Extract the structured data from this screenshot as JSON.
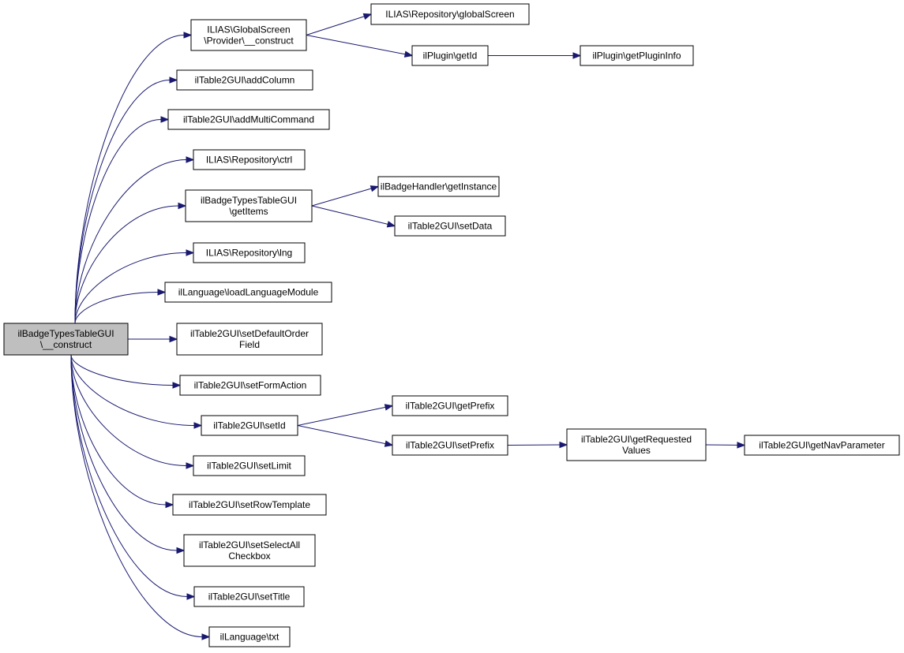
{
  "diagram": {
    "type": "call-graph",
    "colors": {
      "edge": "#191970",
      "node_border": "#000000",
      "root_fill": "#bfbfbf",
      "node_fill": "#ffffff"
    },
    "nodes": [
      {
        "id": "root",
        "lines": [
          "ilBadgeTypesTableGUI",
          "\\__construct"
        ]
      },
      {
        "id": "gs_construct",
        "lines": [
          "ILIAS\\GlobalScreen",
          "\\Provider\\__construct"
        ]
      },
      {
        "id": "repo_globalscreen",
        "lines": [
          "ILIAS\\Repository\\globalScreen"
        ]
      },
      {
        "id": "plugin_getid",
        "lines": [
          "ilPlugin\\getId"
        ]
      },
      {
        "id": "plugin_getplugininfo",
        "lines": [
          "ilPlugin\\getPluginInfo"
        ]
      },
      {
        "id": "addcolumn",
        "lines": [
          "ilTable2GUI\\addColumn"
        ]
      },
      {
        "id": "addmulticommand",
        "lines": [
          "ilTable2GUI\\addMultiCommand"
        ]
      },
      {
        "id": "repo_ctrl",
        "lines": [
          "ILIAS\\Repository\\ctrl"
        ]
      },
      {
        "id": "getitems",
        "lines": [
          "ilBadgeTypesTableGUI",
          "\\getItems"
        ]
      },
      {
        "id": "badgehandler_getinstance",
        "lines": [
          "ilBadgeHandler\\getInstance"
        ]
      },
      {
        "id": "setdata",
        "lines": [
          "ilTable2GUI\\setData"
        ]
      },
      {
        "id": "repo_lng",
        "lines": [
          "ILIAS\\Repository\\lng"
        ]
      },
      {
        "id": "loadlanguagemodule",
        "lines": [
          "ilLanguage\\loadLanguageModule"
        ]
      },
      {
        "id": "setdefaultorderfield",
        "lines": [
          "ilTable2GUI\\setDefaultOrder",
          "Field"
        ]
      },
      {
        "id": "setformaction",
        "lines": [
          "ilTable2GUI\\setFormAction"
        ]
      },
      {
        "id": "setid",
        "lines": [
          "ilTable2GUI\\setId"
        ]
      },
      {
        "id": "getprefix",
        "lines": [
          "ilTable2GUI\\getPrefix"
        ]
      },
      {
        "id": "setprefix",
        "lines": [
          "ilTable2GUI\\setPrefix"
        ]
      },
      {
        "id": "getrequestedvalues",
        "lines": [
          "ilTable2GUI\\getRequested",
          "Values"
        ]
      },
      {
        "id": "getnavparameter",
        "lines": [
          "ilTable2GUI\\getNavParameter"
        ]
      },
      {
        "id": "setlimit",
        "lines": [
          "ilTable2GUI\\setLimit"
        ]
      },
      {
        "id": "setrowtemplate",
        "lines": [
          "ilTable2GUI\\setRowTemplate"
        ]
      },
      {
        "id": "setselectallcheckbox",
        "lines": [
          "ilTable2GUI\\setSelectAll",
          "Checkbox"
        ]
      },
      {
        "id": "settitle",
        "lines": [
          "ilTable2GUI\\setTitle"
        ]
      },
      {
        "id": "language_txt",
        "lines": [
          "ilLanguage\\txt"
        ]
      }
    ],
    "edges": [
      {
        "from": "root",
        "to": "gs_construct"
      },
      {
        "from": "root",
        "to": "addcolumn"
      },
      {
        "from": "root",
        "to": "addmulticommand"
      },
      {
        "from": "root",
        "to": "repo_ctrl"
      },
      {
        "from": "root",
        "to": "getitems"
      },
      {
        "from": "root",
        "to": "repo_lng"
      },
      {
        "from": "root",
        "to": "loadlanguagemodule"
      },
      {
        "from": "root",
        "to": "setdefaultorderfield"
      },
      {
        "from": "root",
        "to": "setformaction"
      },
      {
        "from": "root",
        "to": "setid"
      },
      {
        "from": "root",
        "to": "setlimit"
      },
      {
        "from": "root",
        "to": "setrowtemplate"
      },
      {
        "from": "root",
        "to": "setselectallcheckbox"
      },
      {
        "from": "root",
        "to": "settitle"
      },
      {
        "from": "root",
        "to": "language_txt"
      },
      {
        "from": "gs_construct",
        "to": "repo_globalscreen"
      },
      {
        "from": "gs_construct",
        "to": "plugin_getid"
      },
      {
        "from": "plugin_getid",
        "to": "plugin_getplugininfo"
      },
      {
        "from": "getitems",
        "to": "badgehandler_getinstance"
      },
      {
        "from": "getitems",
        "to": "setdata"
      },
      {
        "from": "setid",
        "to": "getprefix"
      },
      {
        "from": "setid",
        "to": "setprefix"
      },
      {
        "from": "setprefix",
        "to": "getrequestedvalues"
      },
      {
        "from": "getrequestedvalues",
        "to": "getnavparameter"
      }
    ]
  }
}
